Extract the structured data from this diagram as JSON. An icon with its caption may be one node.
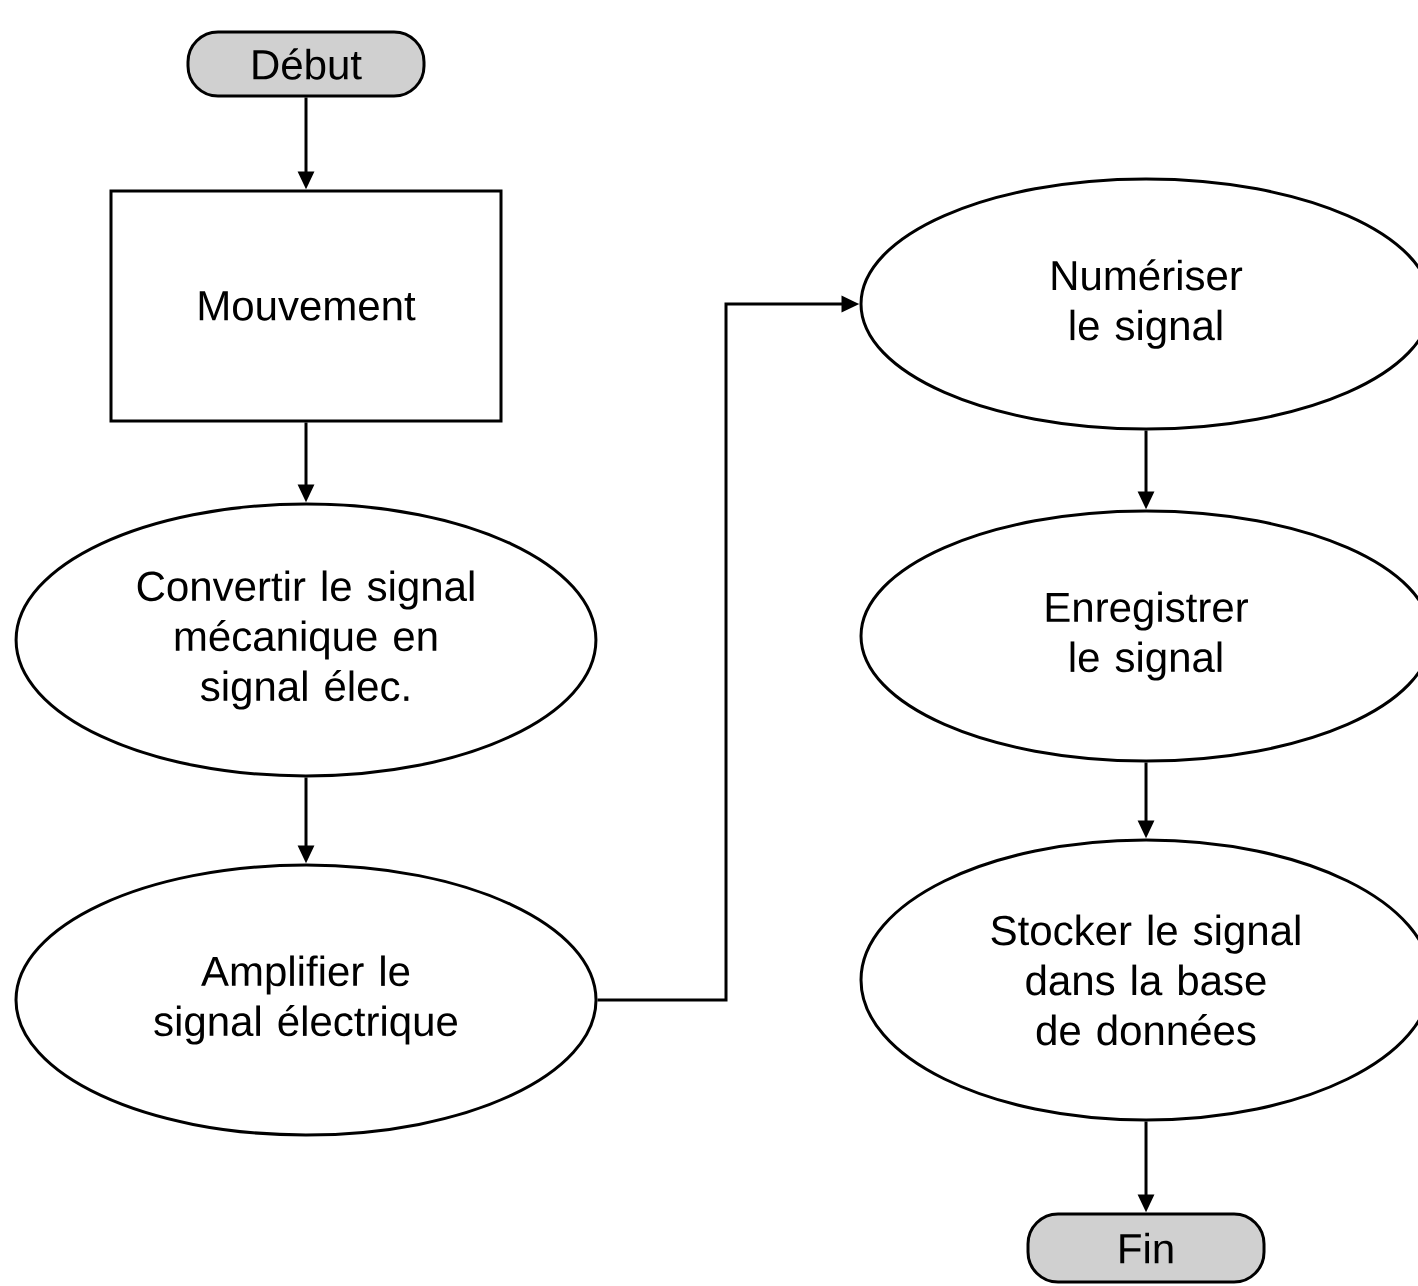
{
  "diagram": {
    "nodes": [
      {
        "text": [
          "Début"
        ]
      },
      {
        "text": [
          "Mouvement"
        ]
      },
      {
        "text": [
          "Convertir le signal mécanique en signal élec."
        ]
      },
      {
        "text": [
          "Amplifier le signal électrique"
        ]
      },
      {
        "text": [
          "Numériser le signal"
        ]
      },
      {
        "text": [
          "Enregistrer le signal"
        ]
      },
      {
        "text": [
          "Stocker le signal dans la base de données"
        ]
      },
      {
        "text": [
          "Fin"
        ]
      }
    ],
    "edges": [
      {
        "from": 0,
        "to": 1,
        "arrow": "to"
      },
      {
        "from": 1,
        "to": 2,
        "arrow": "to"
      },
      {
        "from": 2,
        "to": 3,
        "arrow": "to"
      },
      {
        "from": 3,
        "to": 4,
        "arrow": "to"
      },
      {
        "from": 4,
        "to": 5,
        "arrow": "to"
      },
      {
        "from": 5,
        "to": 6,
        "arrow": "to"
      },
      {
        "from": 6,
        "to": 7,
        "arrow": "to"
      }
    ]
  }
}
